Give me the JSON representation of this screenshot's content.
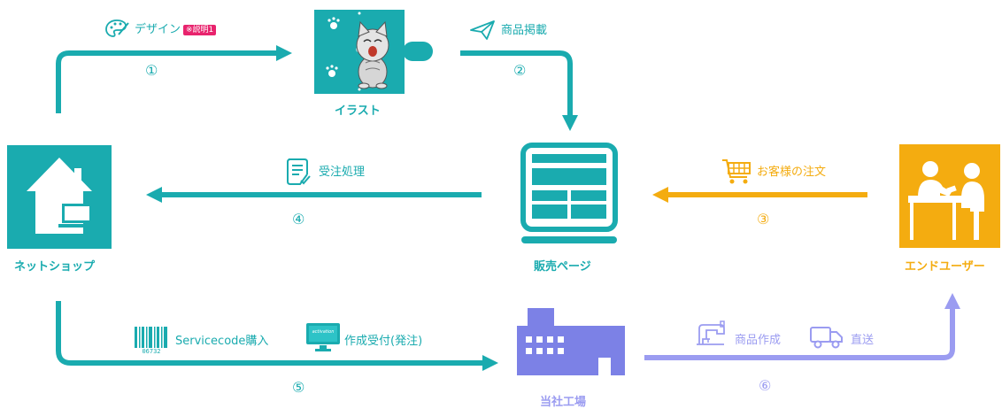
{
  "colors": {
    "teal": "#1aabaf",
    "orange": "#f4ac10",
    "purple": "#9b9cf1",
    "factory": "#7c81e6",
    "badge": "#e8236d"
  },
  "nodes": {
    "shop": "ネットショップ",
    "illustration": "イラスト",
    "sales_page": "販売ページ",
    "end_user": "エンドユーザー",
    "factory": "当社工場"
  },
  "steps": {
    "design": {
      "label": "デザイン",
      "badge": "※説明1",
      "num": "①",
      "icon": "palette-icon"
    },
    "publish": {
      "label": "商品掲載",
      "num": "②",
      "icon": "paper-plane-icon"
    },
    "customer_order": {
      "label": "お客様の注文",
      "num": "③",
      "icon": "shopping-cart-icon"
    },
    "order_processing": {
      "label": "受注処理",
      "num": "④",
      "icon": "document-check-icon"
    },
    "purchase": {
      "label": "Servicecode購入",
      "barcode_number": "06732",
      "activation": "activation",
      "label2": "作成受付(発注)",
      "num": "⑤",
      "icon": "barcode-icon"
    },
    "production": {
      "label": "商品作成",
      "label2": "直送",
      "num": "⑥",
      "icon": "sewing-machine-icon"
    }
  }
}
